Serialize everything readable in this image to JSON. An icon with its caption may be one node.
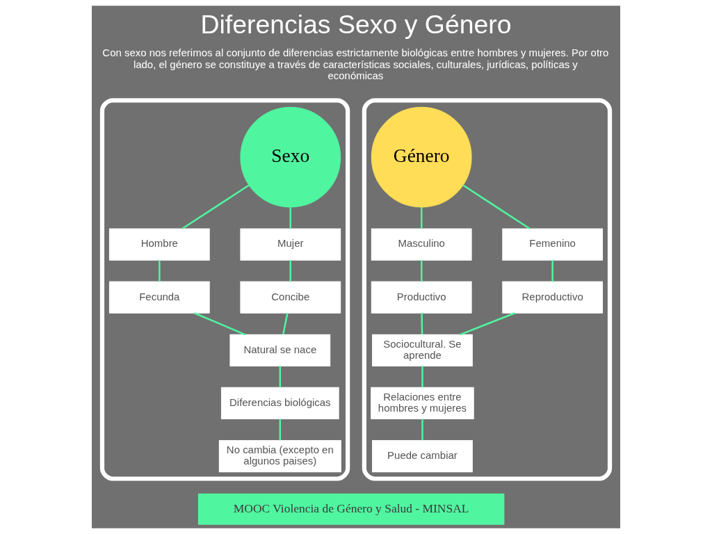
{
  "diagram": {
    "title": "Diferencias Sexo y Género",
    "nodes": [
      {
        "text": [],
        "shape": "box"
      },
      {
        "text": [
          "Sexo"
        ],
        "in": 0
      },
      {
        "text": [
          "Hombre"
        ],
        "in": 0
      },
      {
        "text": [
          "Mujer"
        ],
        "in": 0
      },
      {
        "text": [
          "Fecunda"
        ],
        "in": 0
      },
      {
        "text": [
          "Concibe"
        ],
        "in": 0
      },
      {
        "text": [
          "Natural se nace"
        ],
        "in": 0
      },
      {
        "text": [
          "Diferencias biológicas"
        ],
        "in": 0
      },
      {
        "text": [
          "No cambia (excepto en algunos paises)"
        ],
        "in": 0
      },
      {
        "text": [],
        "shape": "box"
      },
      {
        "text": [
          "Género"
        ],
        "in": 9
      },
      {
        "text": [
          "Masculino"
        ],
        "in": 9
      },
      {
        "text": [
          "Femenino"
        ],
        "in": 9
      },
      {
        "text": [
          "Productivo"
        ],
        "in": 9
      },
      {
        "text": [
          "Reproductivo"
        ],
        "in": 9
      },
      {
        "text": [
          "Sociocultural. Se aprende"
        ],
        "in": 9
      },
      {
        "text": [
          "Relaciones entre hombres y mujeres"
        ],
        "in": 9
      },
      {
        "text": [
          "Puede cambiar"
        ],
        "in": 9
      }
    ],
    "edges": [
      {
        "from": 1,
        "to": 2,
        "arrow": "none"
      },
      {
        "from": 1,
        "to": 3,
        "arrow": "none"
      },
      {
        "from": 2,
        "to": 4,
        "arrow": "none"
      },
      {
        "from": 3,
        "to": 5,
        "arrow": "none"
      },
      {
        "from": 4,
        "to": 6,
        "arrow": "none"
      },
      {
        "from": 5,
        "to": 6,
        "arrow": "none"
      },
      {
        "from": 6,
        "to": 7,
        "arrow": "none"
      },
      {
        "from": 7,
        "to": 8,
        "arrow": "none"
      },
      {
        "from": 10,
        "to": 11,
        "arrow": "none"
      },
      {
        "from": 10,
        "to": 12,
        "arrow": "none"
      },
      {
        "from": 11,
        "to": 13,
        "arrow": "none"
      },
      {
        "from": 12,
        "to": 14,
        "arrow": "none"
      },
      {
        "from": 13,
        "to": 15,
        "arrow": "none"
      },
      {
        "from": 14,
        "to": 15,
        "arrow": "none"
      },
      {
        "from": 15,
        "to": 16,
        "arrow": "none"
      },
      {
        "from": 16,
        "to": 17,
        "arrow": "none"
      }
    ],
    "labels": [
      "Con sexo nos referimos al conjunto de diferencias estrictamente biológicas entre hombres y mujeres. Por otro lado, el género se constituye a través de características sociales, culturales, jurídicas, políticas y económicas",
      "MOOC Violencia de Género y Salud - MINSAL"
    ]
  }
}
